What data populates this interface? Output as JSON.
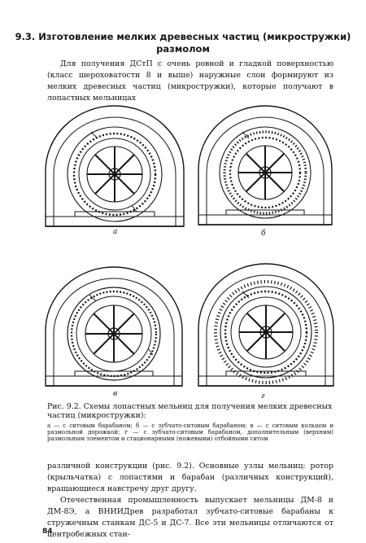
{
  "section": {
    "title": "9.3. Изготовление мелких древесных частиц (микростружки) размолом"
  },
  "intro_paragraph": "Для получения ДСтП с очень ровной и гладкой поверхностью (класс шероховатости 8 и выше) наружные слои формируют из мелких древесных частиц (микростружки), которые получают в лопастных мельницах",
  "figures": [
    {
      "label": "а"
    },
    {
      "label": "б"
    },
    {
      "label": "в"
    },
    {
      "label": "г"
    }
  ],
  "caption": {
    "title": "Рис. 9.2. Схемы лопастных мельниц для получения мелких древесных частиц (микростружки):",
    "legend": "а — с ситовым барабаном; б — с зубчато-ситовым барабаном; в — с ситовым кольцом и размольной дорожкой; г — с зубчато-ситовым барабаном, дополнительным (верхним) размольным элементом и стационарными (ножевыми) отбойными ситом"
  },
  "body_paragraph_1": "различной конструкции (рис. 9.2). Основные узлы мельниц: ротор (крыльчатка) с лопастями и барабан (различных конструкций), вращающиеся навстречу друг другу.",
  "body_paragraph_2": "Отечественная промышленность выпускает мельницы ДМ-8 и ДМ-8Э, а ВНИИДрев разработал зубчато-ситовые барабаны к стружечным станкам ДС-5 и ДС-7. Все эти мельницы отличаются от центробежных стан-",
  "page_number": "84"
}
